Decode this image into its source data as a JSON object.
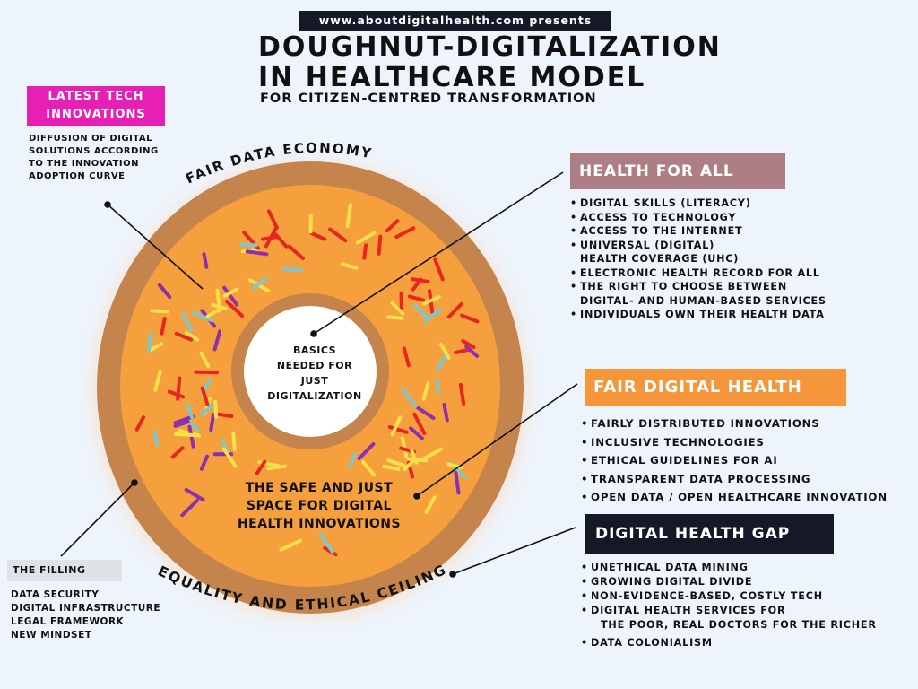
{
  "header": {
    "presents": "www.aboutdigitalhealth.com presents",
    "title_line1": "DOUGHNUT-DIGITALIZATION",
    "title_line2": "IN HEALTHCARE MODEL",
    "subtitle": "FOR CITIZEN-CENTRED TRANSFORMATION"
  },
  "latest_tech": {
    "label_line1": "LATEST TECH",
    "label_line2": "INNOVATIONS",
    "description": [
      "DIFFUSION OF DIGITAL",
      "SOLUTIONS ACCORDING",
      "TO THE INNOVATION",
      "ADOPTION CURVE"
    ]
  },
  "donut": {
    "top_arc_label": "FAIR DATA ECONOMY",
    "bottom_arc_label": "EQUALITY AND ETHICAL CEILING",
    "center_label": [
      "BASICS",
      "NEEDED FOR",
      "JUST",
      "DIGITALIZATION"
    ],
    "space_label": [
      "THE SAFE AND JUST",
      "SPACE FOR DIGITAL",
      "HEALTH INNOVATIONS"
    ],
    "colors": {
      "dough": "#f5a03d",
      "crust": "#c4844c",
      "halo": "#f8dcc3",
      "hole": "#ffffff"
    }
  },
  "health_for_all": {
    "title": "HEALTH FOR ALL",
    "color": "#ad7f84",
    "items": [
      "DIGITAL SKILLS (LITERACY)",
      "ACCESS TO TECHNOLOGY",
      "ACCESS TO THE INTERNET",
      "UNIVERSAL (DIGITAL)",
      "ELECTRONIC HEALTH RECORD FOR ALL",
      "THE RIGHT TO CHOOSE BETWEEN",
      "INDIVIDUALS OWN THEIR HEALTH DATA"
    ],
    "item_continuations": [
      "HEALTH COVERAGE (UHC)",
      "DIGITAL- AND HUMAN-BASED SERVICES"
    ]
  },
  "fair_digital_health": {
    "title": "FAIR DIGITAL HEALTH",
    "color": "#f6963a",
    "items": [
      "FAIRLY DISTRIBUTED INNOVATIONS",
      "INCLUSIVE TECHNOLOGIES",
      "ETHICAL GUIDELINES FOR AI",
      "TRANSPARENT DATA PROCESSING",
      "OPEN DATA / OPEN HEALTHCARE INNOVATION"
    ]
  },
  "digital_health_gap": {
    "title": "DIGITAL HEALTH GAP",
    "color": "#141827",
    "items": [
      "UNETHICAL DATA MINING",
      "GROWING DIGITAL DIVIDE",
      "NON-EVIDENCE-BASED, COSTLY TECH",
      "DIGITAL HEALTH SERVICES FOR",
      "DATA COLONIALISM"
    ],
    "item_continuation": "THE POOR, REAL DOCTORS FOR THE RICHER"
  },
  "filling": {
    "title": "THE FILLING",
    "items": [
      "DATA SECURITY",
      "DIGITAL INFRASTRUCTURE",
      "LEGAL FRAMEWORK",
      "NEW MINDSET"
    ]
  }
}
